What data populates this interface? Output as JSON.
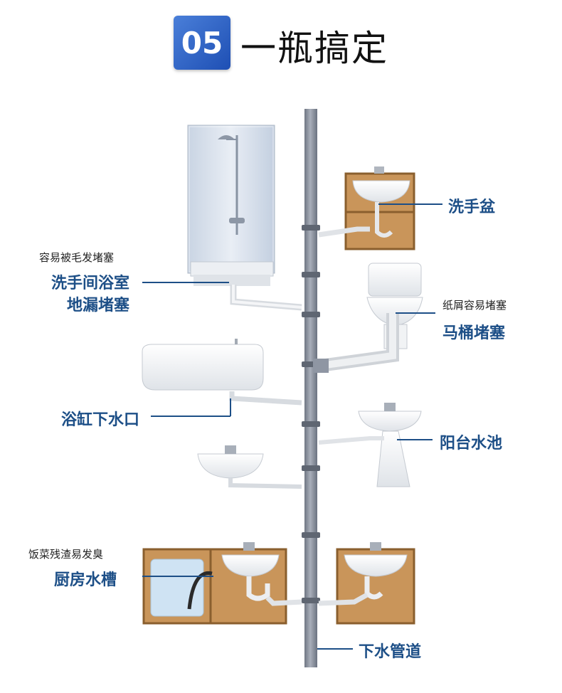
{
  "header": {
    "badge_number": "05",
    "title": "一瓶搞定"
  },
  "labels": {
    "shower_note": "容易被毛发堵塞",
    "shower_line1": "洗手间浴室",
    "shower_line2": "地漏堵塞",
    "washbasin": "洗手盆",
    "toilet_note": "纸屑容易堵塞",
    "toilet": "马桶堵塞",
    "bathtub": "浴缸下水口",
    "balcony": "阳台水池",
    "kitchen_note": "饭菜残渣易发臭",
    "kitchen": "厨房水槽",
    "drain_pipe": "下水管道"
  },
  "colors": {
    "label_blue": "#1d4f87",
    "badge_blue": "#2a5cc0",
    "pipe_gray": "#8f96a3",
    "cabinet_brown": "#c9955a"
  }
}
